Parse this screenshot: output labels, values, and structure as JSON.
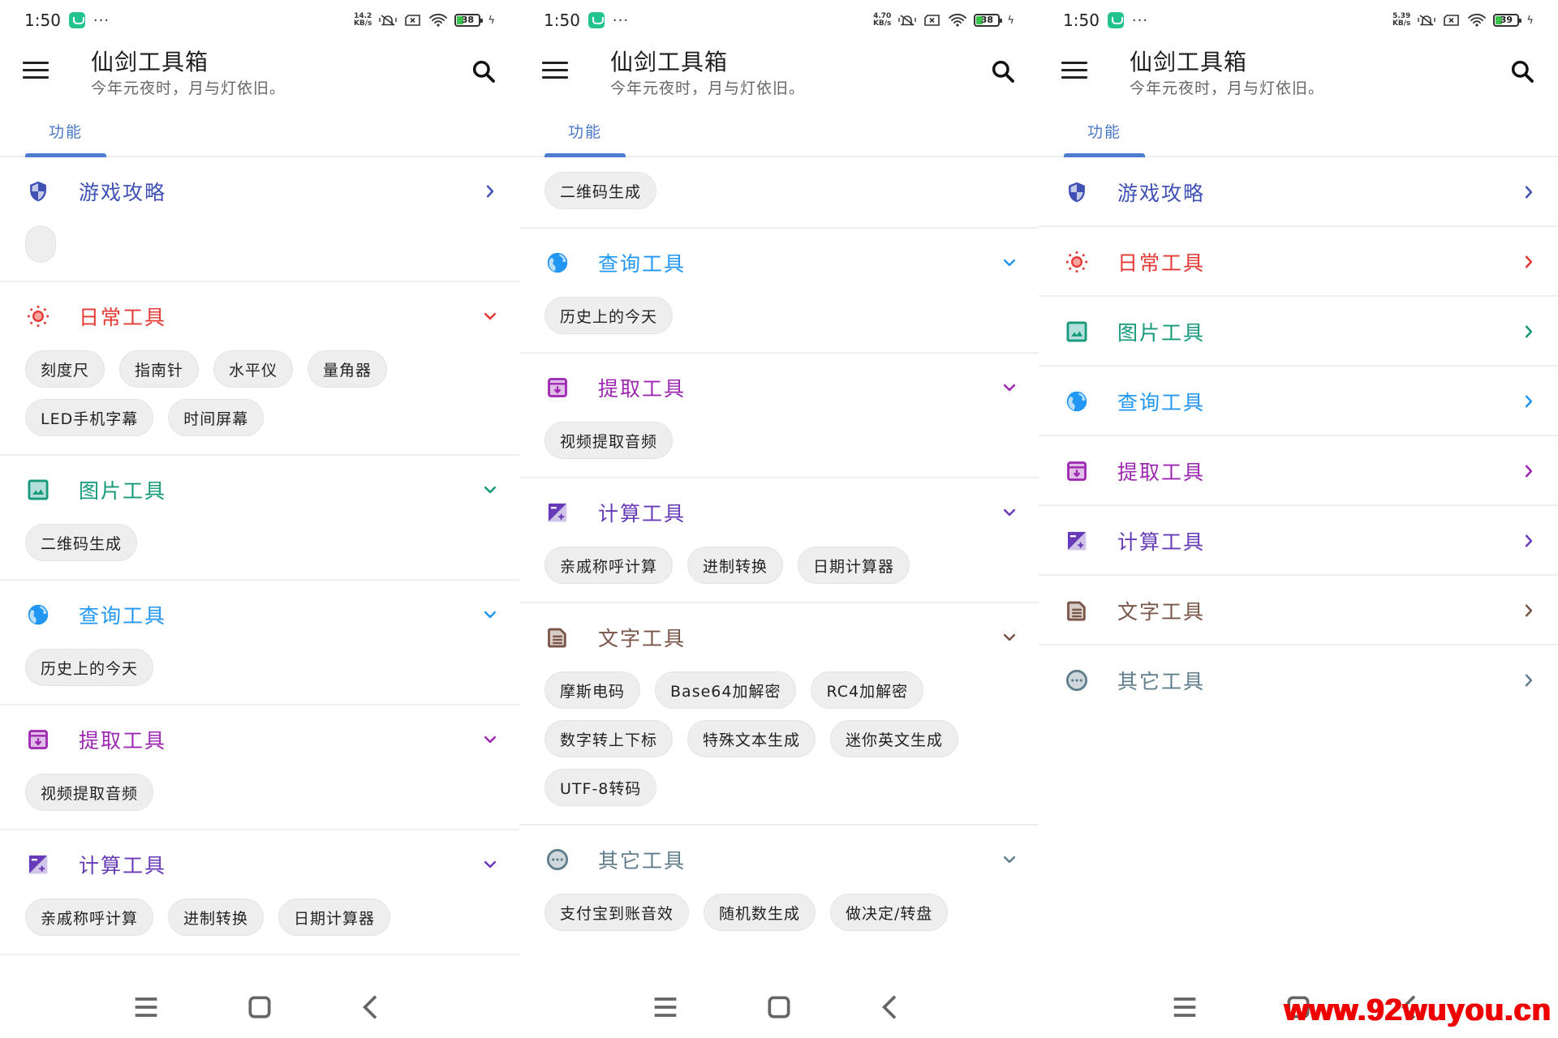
{
  "app": {
    "title": "仙剑工具箱",
    "subtitle": "今年元夜时，月与灯依旧。",
    "tab": "功能",
    "accent": "#4f7ed1"
  },
  "panels": [
    {
      "status": {
        "time": "1:50",
        "net_speed": "14.2",
        "net_unit": "KB/s",
        "battery": "38"
      }
    },
    {
      "status": {
        "time": "1:50",
        "net_speed": "4.70",
        "net_unit": "KB/s",
        "battery": "38"
      }
    },
    {
      "status": {
        "time": "1:50",
        "net_speed": "5.39",
        "net_unit": "KB/s",
        "battery": "39"
      }
    }
  ],
  "status_more": "···",
  "categories": {
    "game": {
      "title": "游戏攻略",
      "icon": "shield-icon",
      "color": "#3f51b5",
      "chips": []
    },
    "daily": {
      "title": "日常工具",
      "icon": "sun-icon",
      "color": "#e53935",
      "chips": [
        "刻度尺",
        "指南针",
        "水平仪",
        "量角器",
        "LED手机字幕",
        "时间屏幕"
      ]
    },
    "image": {
      "title": "图片工具",
      "icon": "image-icon",
      "color": "#16997a",
      "chips": [
        "二维码生成"
      ]
    },
    "query": {
      "title": "查询工具",
      "icon": "globe-icon",
      "color": "#2196f3",
      "chips": [
        "历史上的今天"
      ]
    },
    "extract": {
      "title": "提取工具",
      "icon": "archive-download-icon",
      "color": "#9c27b0",
      "chips": [
        "视频提取音频"
      ]
    },
    "calc": {
      "title": "计算工具",
      "icon": "calculator-icon",
      "color": "#673ab7",
      "chips": [
        "亲戚称呼计算",
        "进制转换",
        "日期计算器"
      ]
    },
    "text": {
      "title": "文字工具",
      "icon": "document-icon",
      "color": "#795548",
      "chips": [
        "摩斯电码",
        "Base64加解密",
        "RC4加解密",
        "数字转上下标",
        "特殊文本生成",
        "迷你英文生成",
        "UTF-8转码"
      ]
    },
    "other": {
      "title": "其它工具",
      "icon": "more-circle-icon",
      "color": "#607d8b",
      "chips": [
        "支付宝到账音效",
        "随机数生成",
        "做决定/转盘"
      ]
    }
  },
  "watermark": "www.92wuyou.cn"
}
